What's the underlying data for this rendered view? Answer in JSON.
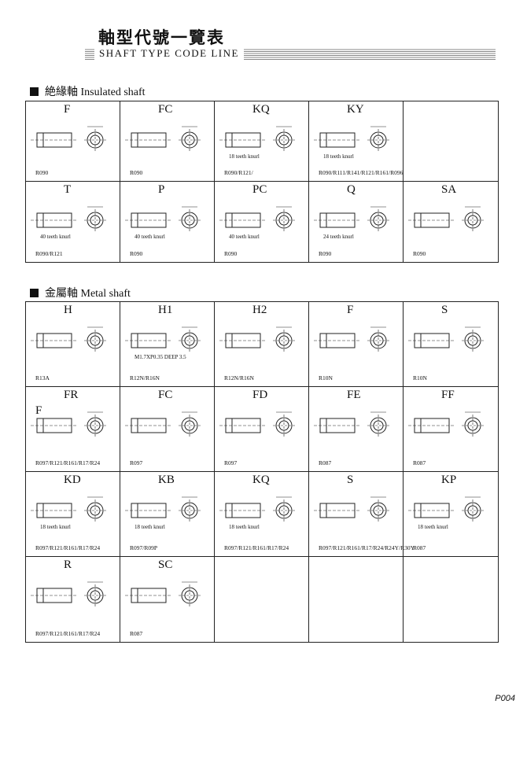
{
  "header": {
    "title": "軸型代號一覽表",
    "subtitle": "SHAFT TYPE CODE LINE"
  },
  "insulated": {
    "label": "絶緣軸 Insulated shaft",
    "cells": [
      {
        "name": "F",
        "code": "R090"
      },
      {
        "name": "FC",
        "code": "R090"
      },
      {
        "name": "KQ",
        "code": "R090/R121/",
        "note": "18 teeth knurl"
      },
      {
        "name": "KY",
        "code": "R090/R111/R141/R121/R161/R096",
        "note": "18 teeth knurl"
      },
      {
        "name": "",
        "code": ""
      },
      {
        "name": "T",
        "code": "R090/R121",
        "note": "40 teeth knurl"
      },
      {
        "name": "P",
        "code": "R090",
        "note": "40 teeth knurl"
      },
      {
        "name": "PC",
        "code": "R090",
        "note": "40 teeth knurl"
      },
      {
        "name": "Q",
        "code": "R090",
        "note": "24 teeth knurl"
      },
      {
        "name": "SA",
        "code": "R090"
      }
    ]
  },
  "metal": {
    "label": "金屬軸 Metal shaft",
    "cells": [
      {
        "name": "H",
        "code": "R13A"
      },
      {
        "name": "H1",
        "code": "R12N/R16N",
        "note": "M1.7XP0.35 DEEP 3.5"
      },
      {
        "name": "H2",
        "code": "R12N/R16N"
      },
      {
        "name": "F",
        "code": "R10N"
      },
      {
        "name": "S",
        "code": "R10N"
      },
      {
        "name": "FR",
        "code": "R097/R121/R161/R17/R24",
        "alt": "F"
      },
      {
        "name": "FC",
        "code": "R097"
      },
      {
        "name": "FD",
        "code": "R097"
      },
      {
        "name": "FE",
        "code": "R087"
      },
      {
        "name": "FF",
        "code": "R087"
      },
      {
        "name": "KD",
        "code": "R097/R121/R161/R17/R24",
        "note": "18 teeth knurl"
      },
      {
        "name": "KB",
        "code": "R097/R09P",
        "note": "18 teeth knurl"
      },
      {
        "name": "KQ",
        "code": "R097/R121/R161/R17/R24",
        "note": "18 teeth knurl"
      },
      {
        "name": "S",
        "code": "R097/R121/R161/R17/R24/R24Y/R30Y"
      },
      {
        "name": "KP",
        "code": "R087",
        "note": "18 teeth knurl"
      },
      {
        "name": "R",
        "code": "R097/R121/R161/R17/R24"
      },
      {
        "name": "SC",
        "code": "R087"
      },
      {
        "name": "",
        "code": ""
      },
      {
        "name": "",
        "code": ""
      },
      {
        "name": "",
        "code": ""
      }
    ]
  },
  "footer": {
    "page": "P004"
  }
}
